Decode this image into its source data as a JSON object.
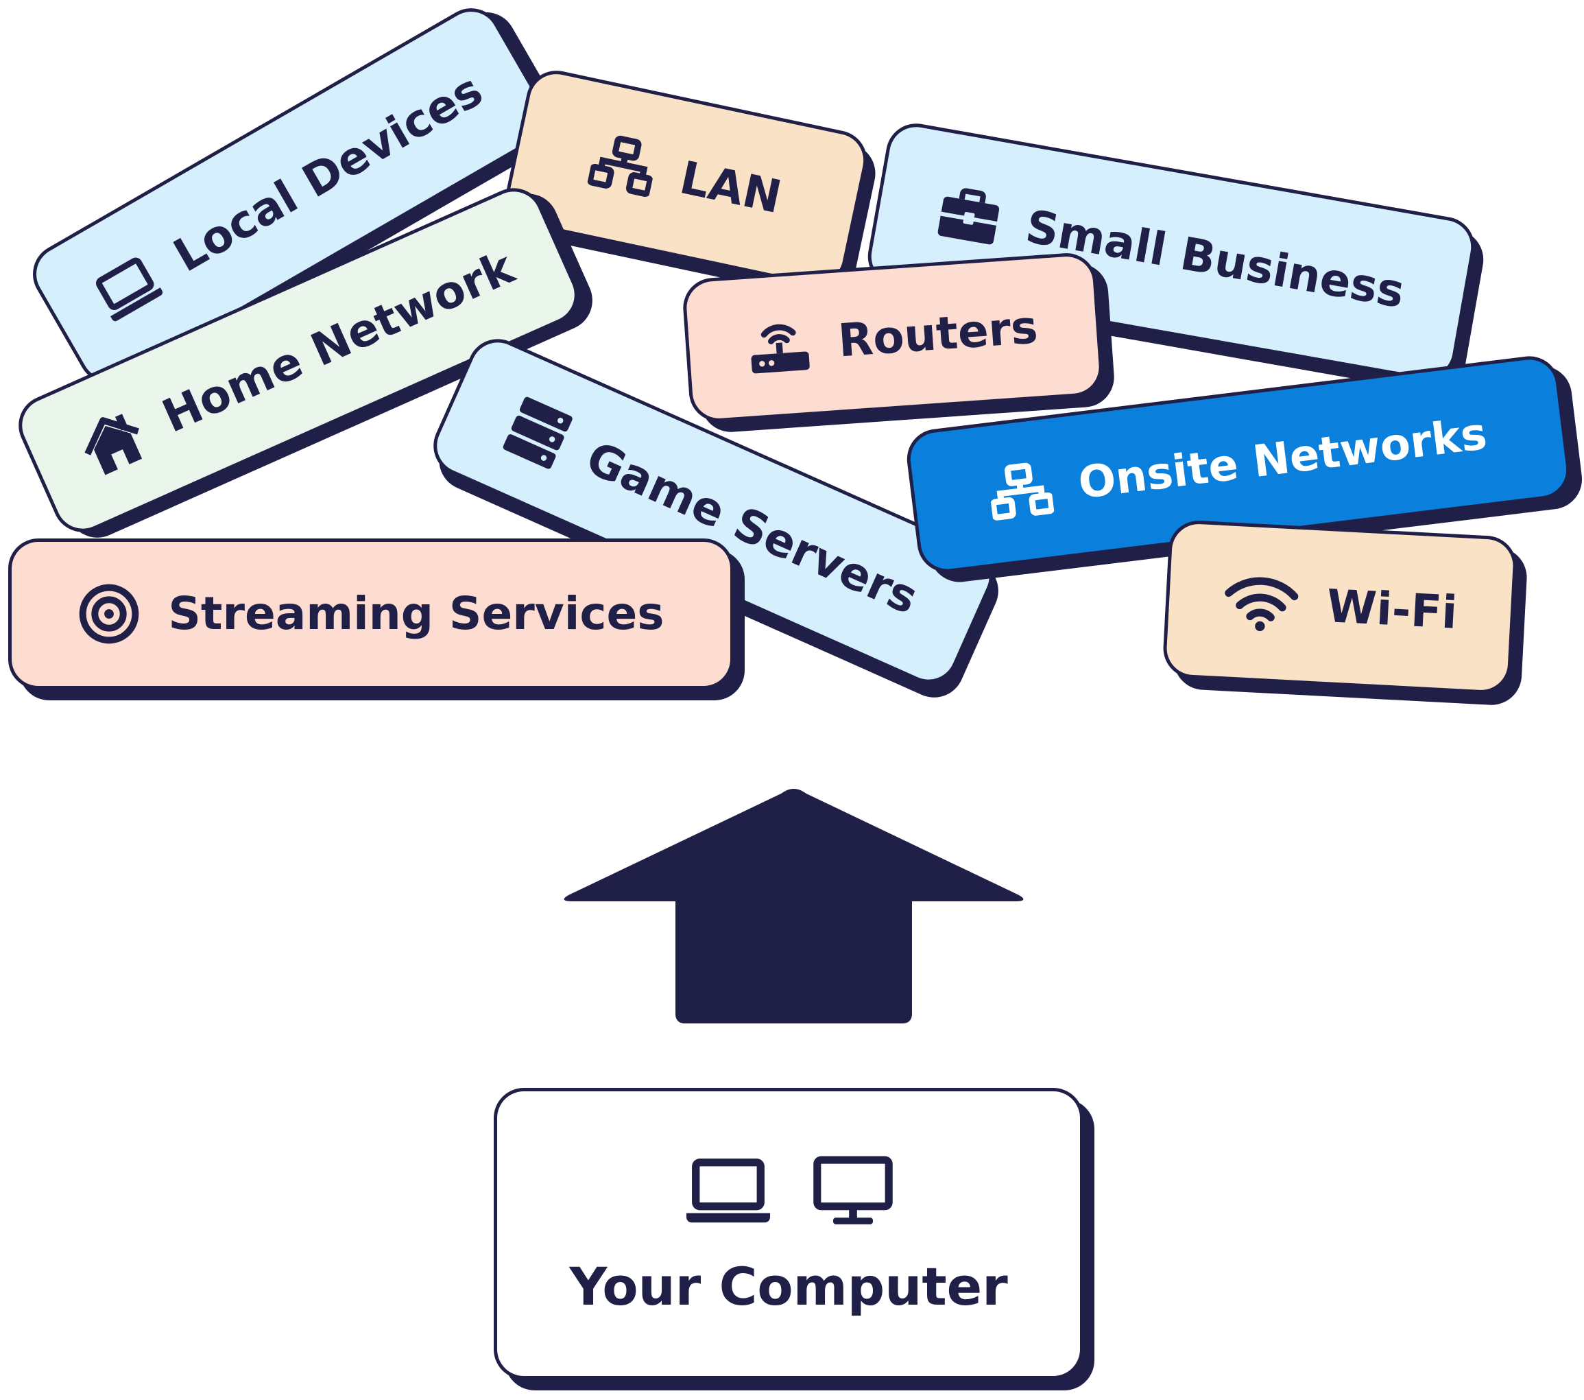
{
  "colors": {
    "ink": "#201f47",
    "blue": "#d5effd",
    "peach": "#fae2c7",
    "pink": "#fddcd1",
    "green": "#eaf5ec",
    "accent": "#0a7fdb",
    "accent_text": "#ffffff"
  },
  "tags": {
    "local_devices": {
      "label": "Local Devices",
      "icon": "laptop-icon"
    },
    "lan": {
      "label": "LAN",
      "icon": "network-icon"
    },
    "small_business": {
      "label": "Small Business",
      "icon": "briefcase-icon"
    },
    "home_network": {
      "label": "Home Network",
      "icon": "house-icon"
    },
    "game_servers": {
      "label": "Game Servers",
      "icon": "server-icon"
    },
    "routers": {
      "label": "Routers",
      "icon": "router-icon"
    },
    "onsite_networks": {
      "label": "Onsite Networks",
      "icon": "network-icon"
    },
    "streaming_services": {
      "label": "Streaming Services",
      "icon": "target-icon"
    },
    "wifi": {
      "label": "Wi-Fi",
      "icon": "wifi-icon"
    }
  },
  "arrow": {
    "direction": "up",
    "icon": "arrow-up-icon"
  },
  "computer": {
    "label": "Your Computer",
    "icons": [
      "laptop-icon",
      "monitor-icon"
    ]
  }
}
